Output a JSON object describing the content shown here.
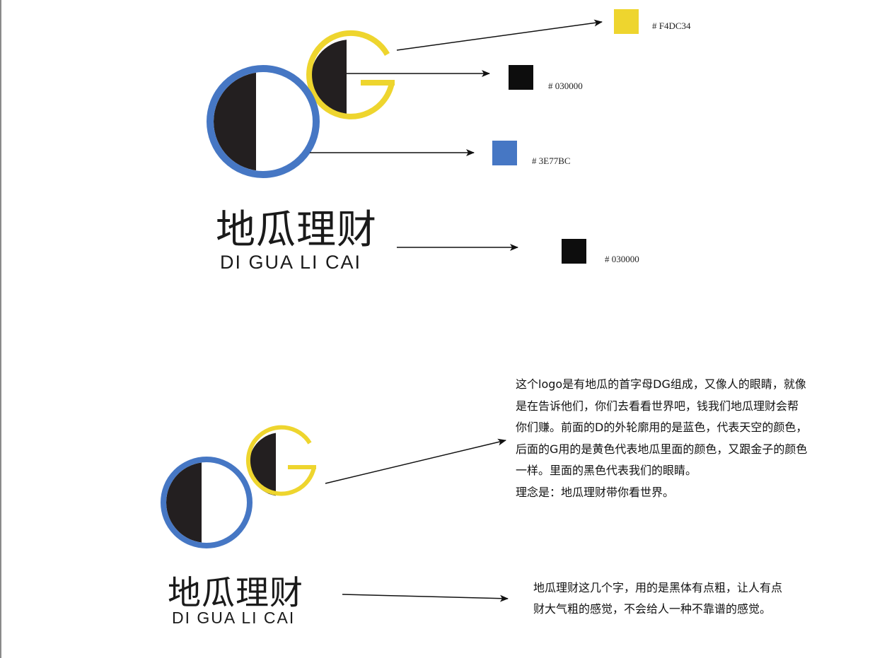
{
  "colors": {
    "yellow": "#F4DC34",
    "black": "#030000",
    "blue": "#3E77BC",
    "logo_black": "#231f20"
  },
  "top_section": {
    "brand_cn": "地瓜理财",
    "brand_en": "DI GUA LI CAI",
    "swatches": [
      {
        "name": "yellow",
        "color": "#F4DC34",
        "label": "# F4DC34"
      },
      {
        "name": "black-eye",
        "color": "#0d0d0d",
        "label": "# 030000"
      },
      {
        "name": "blue",
        "color": "#4677C4",
        "label": "# 3E77BC"
      },
      {
        "name": "black-text",
        "color": "#0d0d0d",
        "label": "# 030000"
      }
    ]
  },
  "bottom_section": {
    "brand_cn": "地瓜理财",
    "brand_en": "DI GUA LI CAI",
    "logo_description": [
      "这个logo是有地瓜的首字母DG组成，又像人的眼睛，就像",
      "是在告诉他们，你们去看看世界吧，钱我们地瓜理财会帮",
      "你们赚。前面的D的外轮廓用的是蓝色，代表天空的颜色，",
      "后面的G用的是黄色代表地瓜里面的颜色，又跟金子的颜色",
      "一样。里面的黑色代表我们的眼睛。",
      "理念是：地瓜理财带你看世界。"
    ],
    "font_description": [
      "地瓜理财这几个字，用的是黑体有点粗，让人有点",
      "财大气粗的感觉，不会给人一种不靠谱的感觉。"
    ]
  }
}
